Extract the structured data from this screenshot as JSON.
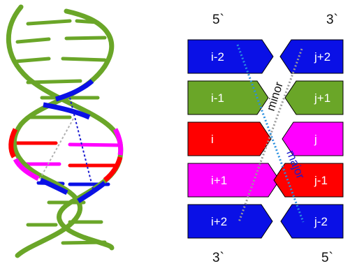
{
  "colors": {
    "backbone": "#6aa628",
    "rung_green": "#6aa628",
    "blue": "#0a10e6",
    "red": "#ff0000",
    "magenta": "#ff00ff",
    "minor_line": "#9a9a9a",
    "major_line": "#2a90e0",
    "helix_dotted_blue": "#1a1ad0",
    "helix_dotted_gray": "#b0b0b0"
  },
  "ends": {
    "top_left": "5`",
    "top_right": "3`",
    "bottom_left": "3`",
    "bottom_right": "5`"
  },
  "pairs": [
    {
      "left": "i-2",
      "right": "j+2",
      "left_color": "blue",
      "right_color": "blue"
    },
    {
      "left": "i-1",
      "right": "j+1",
      "left_color": "rung_green",
      "right_color": "rung_green"
    },
    {
      "left": "i",
      "right": "j",
      "left_color": "red",
      "right_color": "magenta"
    },
    {
      "left": "i+1",
      "right": "j-1",
      "left_color": "magenta",
      "right_color": "red"
    },
    {
      "left": "i+2",
      "right": "j-2",
      "left_color": "blue",
      "right_color": "blue"
    }
  ],
  "grooves": {
    "minor": "minor",
    "major": "major"
  }
}
